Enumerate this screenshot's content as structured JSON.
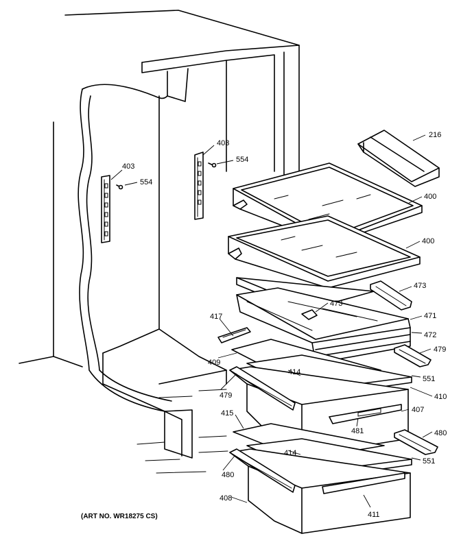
{
  "diagram": {
    "callouts": {
      "c216": "216",
      "c403a": "403",
      "c554a": "554",
      "c403b": "403",
      "c554b": "554",
      "c400a": "400",
      "c400b": "400",
      "c473a": "473",
      "c473b": "473",
      "c417": "417",
      "c471": "471",
      "c472": "472",
      "c479a": "479",
      "c409": "409",
      "c414a": "414",
      "c551a": "551",
      "c479b": "479",
      "c410": "410",
      "c415": "415",
      "c407": "407",
      "c481": "481",
      "c480a": "480",
      "c414b": "414",
      "c551b": "551",
      "c480b": "480",
      "c408": "408",
      "c411": "411"
    },
    "caption": "(ART NO. WR18275 CS)"
  }
}
